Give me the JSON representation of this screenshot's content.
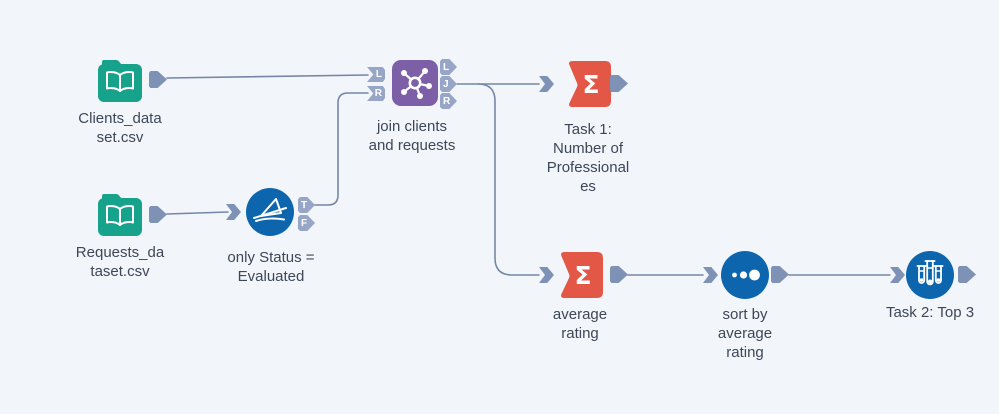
{
  "canvas": {
    "kind": "workflow-canvas"
  },
  "colors": {
    "background": "#f2f5fa",
    "input": "#17a28c",
    "filter_circle": "#0d66ad",
    "join": "#7d5fa8",
    "summarize": "#e25745",
    "sort_circle": "#0d66ad",
    "sample_circle": "#0d66ad",
    "wire": "#7587a8",
    "anchor": "#7e92b6",
    "anchor_lt": "#97a6c6",
    "label": "#3d4757"
  },
  "nodes": [
    {
      "tool": "input-data",
      "label": "Clients_data\nset.csv"
    },
    {
      "tool": "input-data",
      "label": "Requests_da\ntaset.csv"
    },
    {
      "tool": "filter",
      "label": "only Status =\nEvaluated",
      "outputs": [
        "T",
        "F"
      ]
    },
    {
      "tool": "join",
      "label": "join clients\nand requests",
      "inputs": [
        "L",
        "R"
      ],
      "outputs": [
        "L",
        "J",
        "R"
      ]
    },
    {
      "tool": "summarize",
      "label": "Task 1:\nNumber of\nProfessional\nes"
    },
    {
      "tool": "summarize",
      "label": "average\nrating"
    },
    {
      "tool": "sort",
      "label": "sort by\naverage\nrating"
    },
    {
      "tool": "sample",
      "label": "Task 2: Top 3"
    }
  ]
}
